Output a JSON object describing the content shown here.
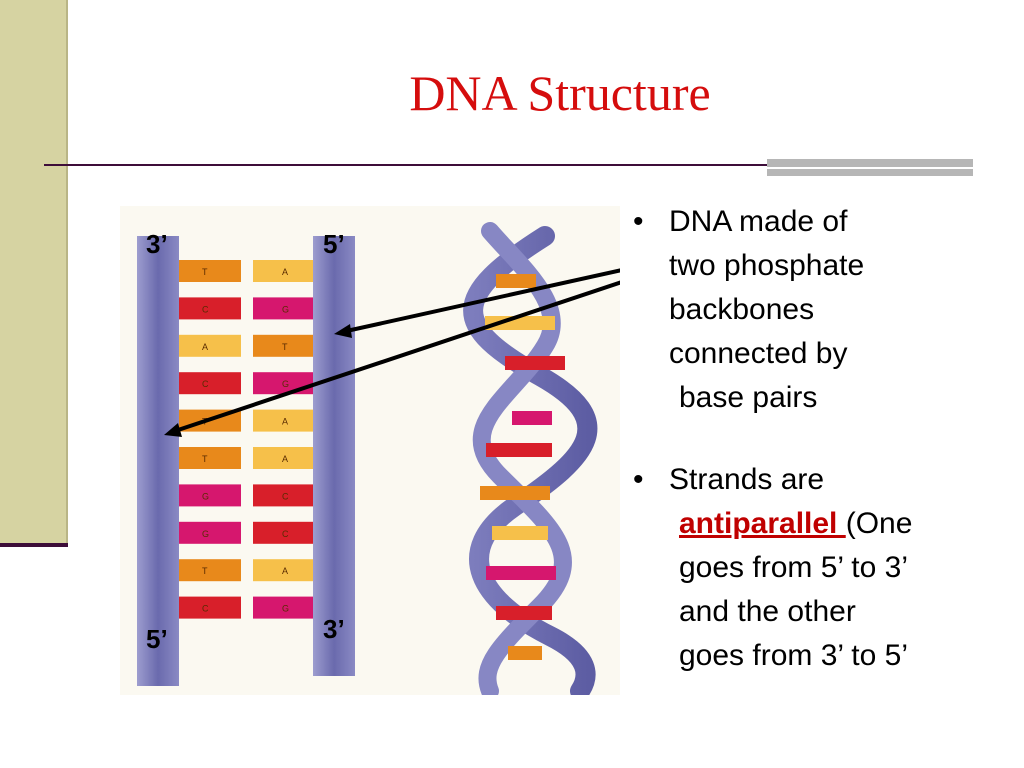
{
  "slide": {
    "title": "DNA Structure"
  },
  "figure": {
    "top_left_label": "3’",
    "top_right_label": "5’",
    "bottom_left_label": "5’",
    "bottom_right_label": "3’",
    "left_strand_bases": [
      "T",
      "C",
      "A",
      "C",
      "T",
      "T",
      "G",
      "G",
      "T",
      "C"
    ],
    "right_strand_bases": [
      "A",
      "G",
      "T",
      "G",
      "A",
      "A",
      "C",
      "C",
      "A",
      "G"
    ],
    "colors": {
      "backbone": "#6f6fb0",
      "orange": "#e8891b",
      "yellow": "#f6c04a",
      "red": "#d81f2a",
      "magenta": "#d6176e"
    }
  },
  "bullets": {
    "b1_line1": "DNA  made of",
    "b1_line2": "two phosphate",
    "b1_line3": "backbones",
    "b1_line4": "connected by",
    "b1_line5": "base pairs",
    "b2_line1": "Strands are",
    "b2_keyword": "antiparallel ",
    "b2_after_keyword": "(One",
    "b2_line3": "goes from 5’ to 3’",
    "b2_line4": "and the other",
    "b2_line5": "goes from 3’ to 5’"
  }
}
